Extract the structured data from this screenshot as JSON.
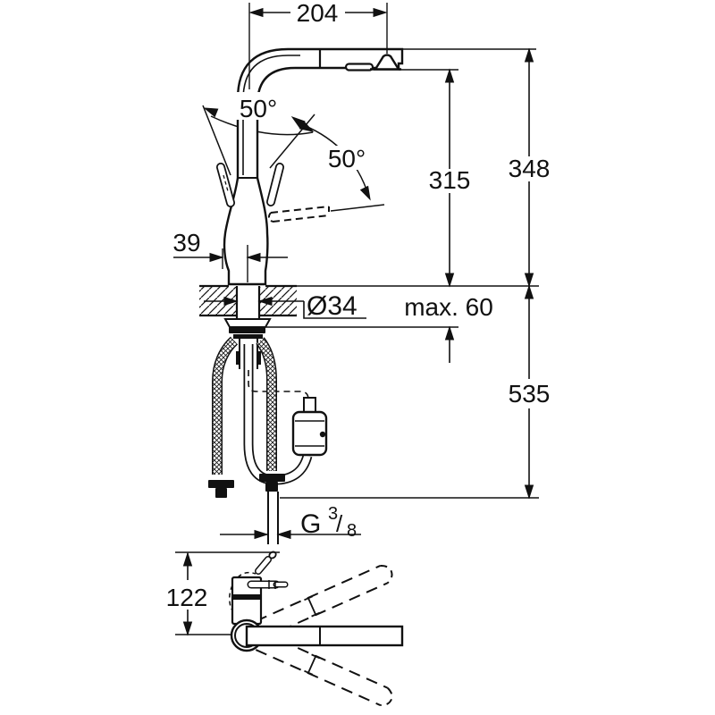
{
  "drawing": {
    "background_color": "#ffffff",
    "line_color": "#111111",
    "side_view": {
      "dim_spout_reach": "204",
      "dim_handle_angle_front": "50°",
      "dim_handle_angle_back": "50°",
      "dim_spout_underside_height": "315",
      "dim_spout_top_height": "348",
      "dim_base_offset": "39",
      "dim_hole_diameter": "Ø34",
      "dim_max_counter_thickness": "max. 60",
      "dim_below_counter_length": "535",
      "thread": {
        "g": "G",
        "numerator": "3",
        "slash": "/",
        "denominator": "8"
      }
    },
    "bottom_view": {
      "dim_handle_projection": "122"
    }
  }
}
